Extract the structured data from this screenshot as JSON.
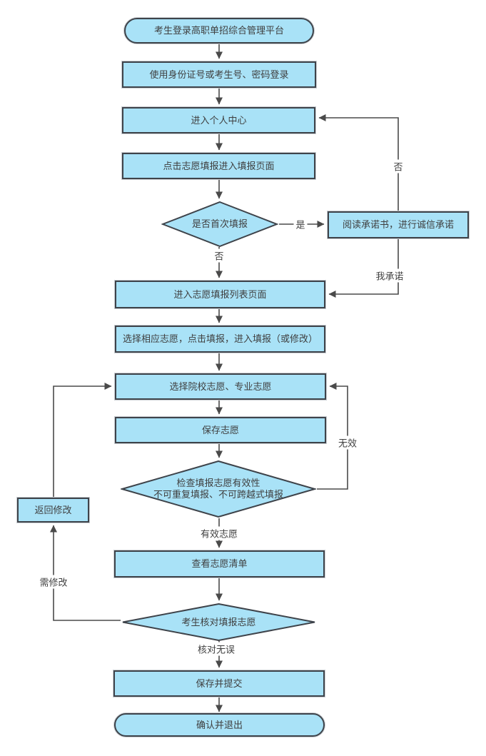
{
  "diagram": {
    "colors": {
      "node_fill": "#a9e2f7",
      "node_border": "#3e434a",
      "connector": "#4a4a4a",
      "text": "#3f3f3f",
      "background": "#ffffff"
    },
    "nodes": {
      "start": {
        "type": "terminator",
        "label": "考生登录高职单招综合管理平台"
      },
      "login": {
        "type": "process",
        "label": "使用身份证号或考生号、密码登录"
      },
      "personal_center": {
        "type": "process",
        "label": "进入个人中心"
      },
      "click_fill": {
        "type": "process",
        "label": "点击志愿填报进入填报页面"
      },
      "first_time": {
        "type": "decision",
        "label": "是否首次填报"
      },
      "read_promise": {
        "type": "process",
        "label": "阅读承诺书，进行诚信承诺"
      },
      "list_page": {
        "type": "process",
        "label": "进入志愿填报列表页面"
      },
      "select_enter": {
        "type": "process",
        "label": "选择相应志愿，点击填报，进入填报（或修改）"
      },
      "select_college": {
        "type": "process",
        "label": "选择院校志愿、专业志愿"
      },
      "save": {
        "type": "process",
        "label": "保存志愿"
      },
      "check_valid": {
        "type": "decision",
        "line1": "检查填报志愿有效性",
        "line2": "不可重复填报、不可跨越式填报"
      },
      "return_modify": {
        "type": "process",
        "label": "返回修改"
      },
      "view_list": {
        "type": "process",
        "label": "查看志愿清单"
      },
      "verify": {
        "type": "decision",
        "label": "考生核对填报志愿"
      },
      "submit": {
        "type": "process",
        "label": "保存并提交"
      },
      "end": {
        "type": "terminator",
        "label": "确认并退出"
      }
    },
    "edge_labels": {
      "yes": "是",
      "no_first": "否",
      "no_promise": "否",
      "i_promise": "我承诺",
      "invalid": "无效",
      "valid": "有效志愿",
      "need_modify": "需修改",
      "verified": "核对无误"
    }
  }
}
